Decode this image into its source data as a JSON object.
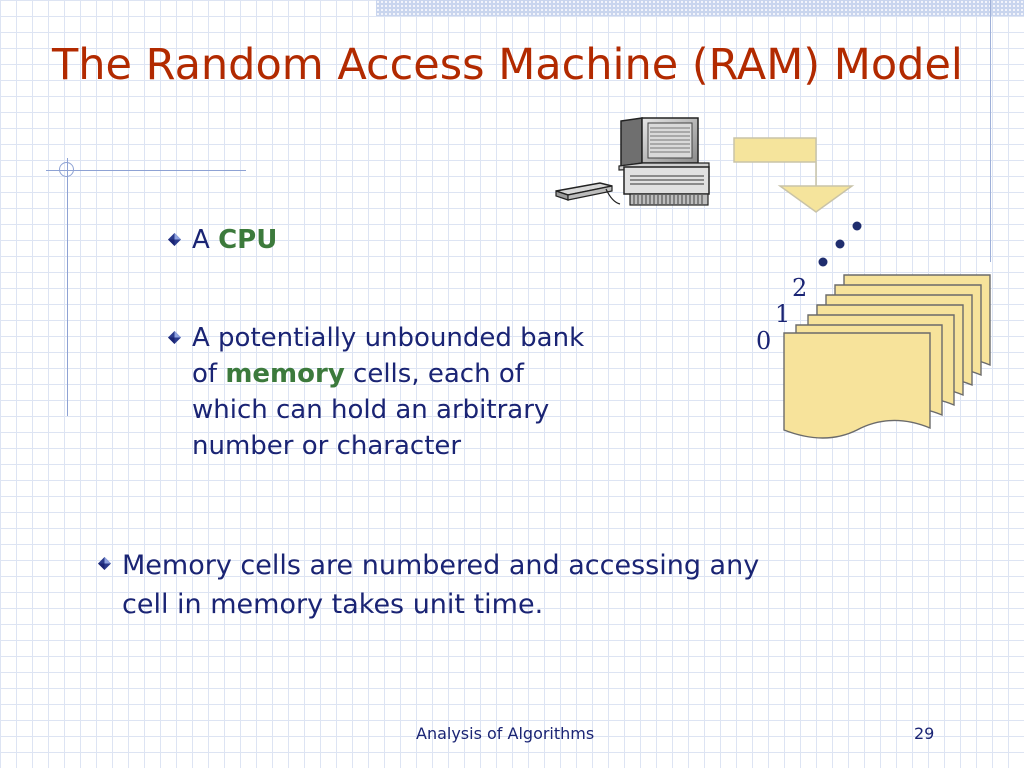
{
  "slide": {
    "title": "The Random Access Machine (RAM) Model",
    "bullets": [
      {
        "prefix": "A ",
        "emphasis": "CPU",
        "suffix": ""
      },
      {
        "line1": "A potentially unbounded bank",
        "line2_prefix": "of ",
        "line2_emphasis": "memory",
        "line2_suffix": " cells, each of",
        "line3": "which can hold an arbitrary",
        "line4": "number or character"
      },
      {
        "line1": "Memory cells are numbered and accessing any",
        "line2": "cell in memory takes unit time."
      }
    ]
  },
  "illustration": {
    "cell_labels": [
      "0",
      "1",
      "2"
    ],
    "icons": [
      "computer-icon",
      "down-arrow-icon",
      "memory-stack-icon",
      "ellipsis-dots-icon"
    ]
  },
  "footer": {
    "center": "Analysis of Algorithms",
    "page": "29"
  },
  "colors": {
    "title": "#b22a00",
    "text": "#1a2474",
    "emphasis": "#3c7a3c",
    "memory_fill": "#f7e39b",
    "arrow_fill": "#f5e49c",
    "dots": "#1f2d6e"
  }
}
